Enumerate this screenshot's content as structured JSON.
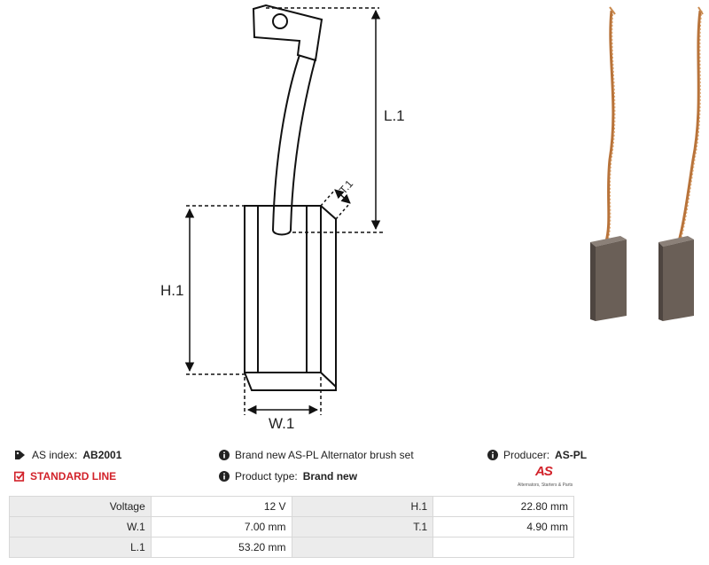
{
  "drawing": {
    "dimension_labels": {
      "length": "L.1",
      "height": "H.1",
      "width": "W.1",
      "thickness": "T.1"
    }
  },
  "info": {
    "as_index_label": "AS index:",
    "as_index_value": "AB2001",
    "description": "Brand new AS-PL Alternator brush set",
    "producer_label": "Producer:",
    "producer_value": "AS-PL",
    "line_label": "STANDARD LINE",
    "product_type_label": "Product type:",
    "product_type_value": "Brand new",
    "logo_text": "AS",
    "logo_tagline": "Alternators, Starters & Parts"
  },
  "specs": [
    {
      "key1": "Voltage",
      "val1": "12 V",
      "key2": "H.1",
      "val2": "22.80 mm"
    },
    {
      "key1": "W.1",
      "val1": "7.00 mm",
      "key2": "T.1",
      "val2": "4.90 mm"
    },
    {
      "key1": "L.1",
      "val1": "53.20 mm",
      "key2": "",
      "val2": ""
    }
  ],
  "colors": {
    "accent_red": "#d2222a",
    "copper": "#b8733a",
    "carbon": "#6a5f57"
  }
}
